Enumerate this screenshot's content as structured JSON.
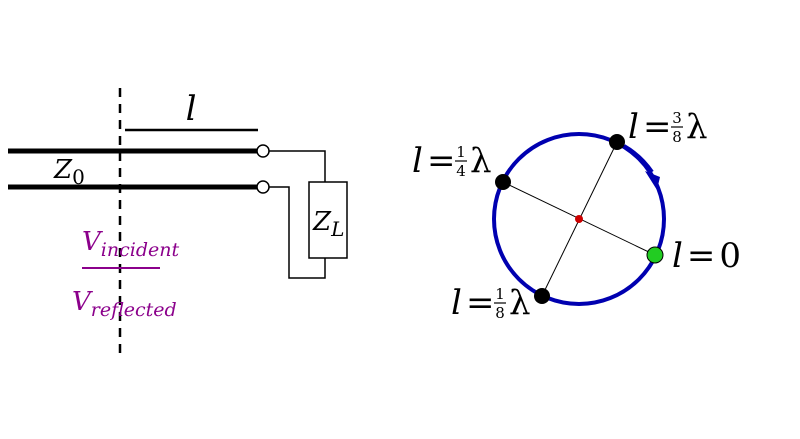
{
  "line_diagram": {
    "length_label": "l",
    "impedance_line": {
      "symbol": "Z",
      "subscript": "0"
    },
    "load": {
      "symbol": "Z",
      "subscript": "L"
    },
    "ratio": {
      "numerator": {
        "symbol": "V",
        "subscript": "incident"
      },
      "denominator": {
        "symbol": "V",
        "subscript": "reflected"
      },
      "color": "#8b008b"
    }
  },
  "circle_diagram": {
    "circle_color": "#0000b0",
    "points": [
      {
        "id": "zero",
        "var": "l",
        "eq": "=",
        "num": "",
        "den": "",
        "suffix": "0",
        "color": "#22cc22"
      },
      {
        "id": "eighth",
        "var": "l",
        "eq": "=",
        "num": "1",
        "den": "8",
        "suffix": "λ",
        "color": "#000000"
      },
      {
        "id": "quarter",
        "var": "l",
        "eq": "=",
        "num": "1",
        "den": "4",
        "suffix": "λ",
        "color": "#000000"
      },
      {
        "id": "three-eighths",
        "var": "l",
        "eq": "=",
        "num": "3",
        "den": "8",
        "suffix": "λ",
        "color": "#000000"
      }
    ],
    "center_color": "#cc0000"
  }
}
